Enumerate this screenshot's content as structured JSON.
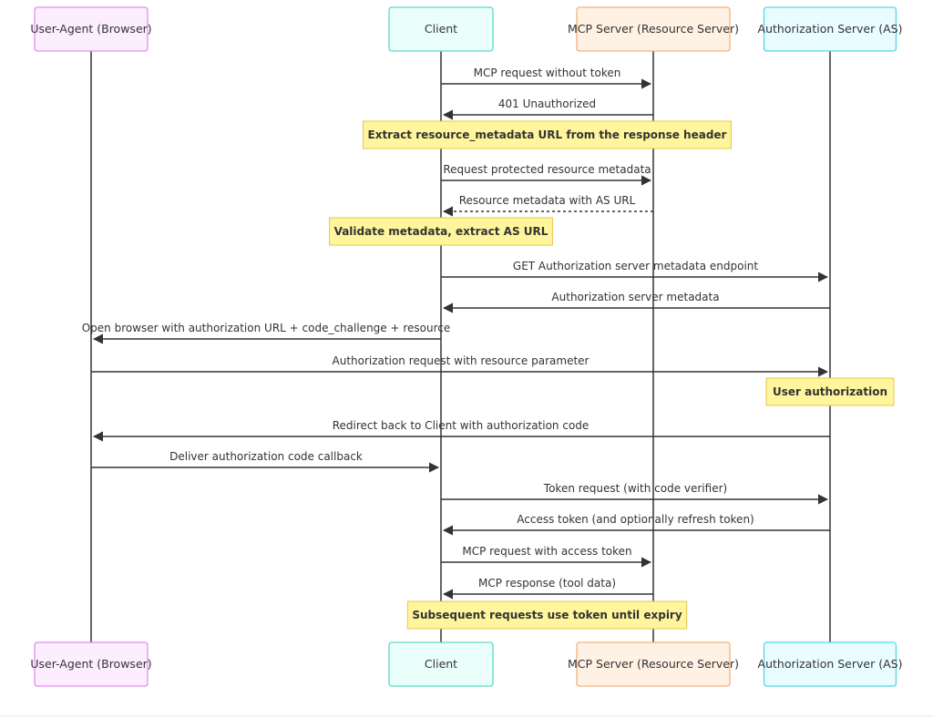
{
  "participants": [
    {
      "id": "ua",
      "label": "User-Agent (Browser)",
      "fill": "#fceeff",
      "stroke": "#e08ef0"
    },
    {
      "id": "client",
      "label": "Client",
      "fill": "#eafffa",
      "stroke": "#5fd8c8"
    },
    {
      "id": "mcp",
      "label": "MCP Server (Resource Server)",
      "fill": "#fff1e4",
      "stroke": "#f3b27a"
    },
    {
      "id": "as",
      "label": "Authorization Server (AS)",
      "fill": "#e9fcff",
      "stroke": "#56d6e8"
    }
  ],
  "steps": [
    {
      "kind": "message",
      "from": "client",
      "to": "mcp",
      "label": "MCP request without token",
      "style": "solid"
    },
    {
      "kind": "message",
      "from": "mcp",
      "to": "client",
      "label": "401 Unauthorized",
      "style": "solid"
    },
    {
      "kind": "note",
      "over": [
        "client",
        "mcp"
      ],
      "label": "Extract resource_metadata URL from the response header"
    },
    {
      "kind": "message",
      "from": "client",
      "to": "mcp",
      "label": "Request protected resource metadata",
      "style": "solid"
    },
    {
      "kind": "message",
      "from": "mcp",
      "to": "client",
      "label": "Resource metadata with AS URL",
      "style": "dotted"
    },
    {
      "kind": "note",
      "over": [
        "client"
      ],
      "label": "Validate metadata, extract AS URL"
    },
    {
      "kind": "message",
      "from": "client",
      "to": "as",
      "label": "GET Authorization server metadata endpoint",
      "style": "solid"
    },
    {
      "kind": "message",
      "from": "as",
      "to": "client",
      "label": "Authorization server metadata",
      "style": "solid"
    },
    {
      "kind": "message",
      "from": "client",
      "to": "ua",
      "label": "Open browser with authorization URL + code_challenge + resource",
      "style": "solid"
    },
    {
      "kind": "message",
      "from": "ua",
      "to": "as",
      "label": "Authorization request with resource parameter",
      "style": "solid"
    },
    {
      "kind": "note",
      "over": [
        "as"
      ],
      "label": "User authorization"
    },
    {
      "kind": "message",
      "from": "as",
      "to": "ua",
      "label": "Redirect back to Client with authorization code",
      "style": "solid"
    },
    {
      "kind": "message",
      "from": "ua",
      "to": "client",
      "label": "Deliver authorization code callback",
      "style": "solid"
    },
    {
      "kind": "message",
      "from": "client",
      "to": "as",
      "label": "Token request (with code verifier)",
      "style": "solid"
    },
    {
      "kind": "message",
      "from": "as",
      "to": "client",
      "label": "Access token (and optionally refresh token)",
      "style": "solid"
    },
    {
      "kind": "message",
      "from": "client",
      "to": "mcp",
      "label": "MCP request with access token",
      "style": "solid"
    },
    {
      "kind": "message",
      "from": "mcp",
      "to": "client",
      "label": "MCP response (tool data)",
      "style": "solid"
    },
    {
      "kind": "note",
      "over": [
        "client",
        "mcp"
      ],
      "label": "Subsequent requests use token until expiry"
    }
  ]
}
